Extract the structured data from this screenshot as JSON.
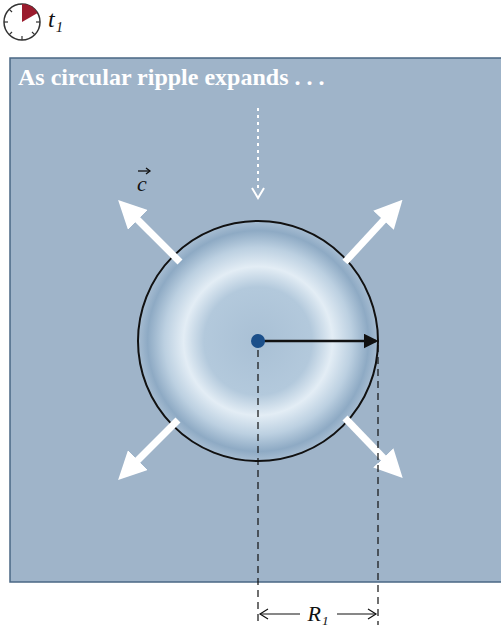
{
  "diagram": {
    "labels": [
      "t₁",
      "As circular ripple expands . . .",
      "c",
      "R₁"
    ]
  }
}
